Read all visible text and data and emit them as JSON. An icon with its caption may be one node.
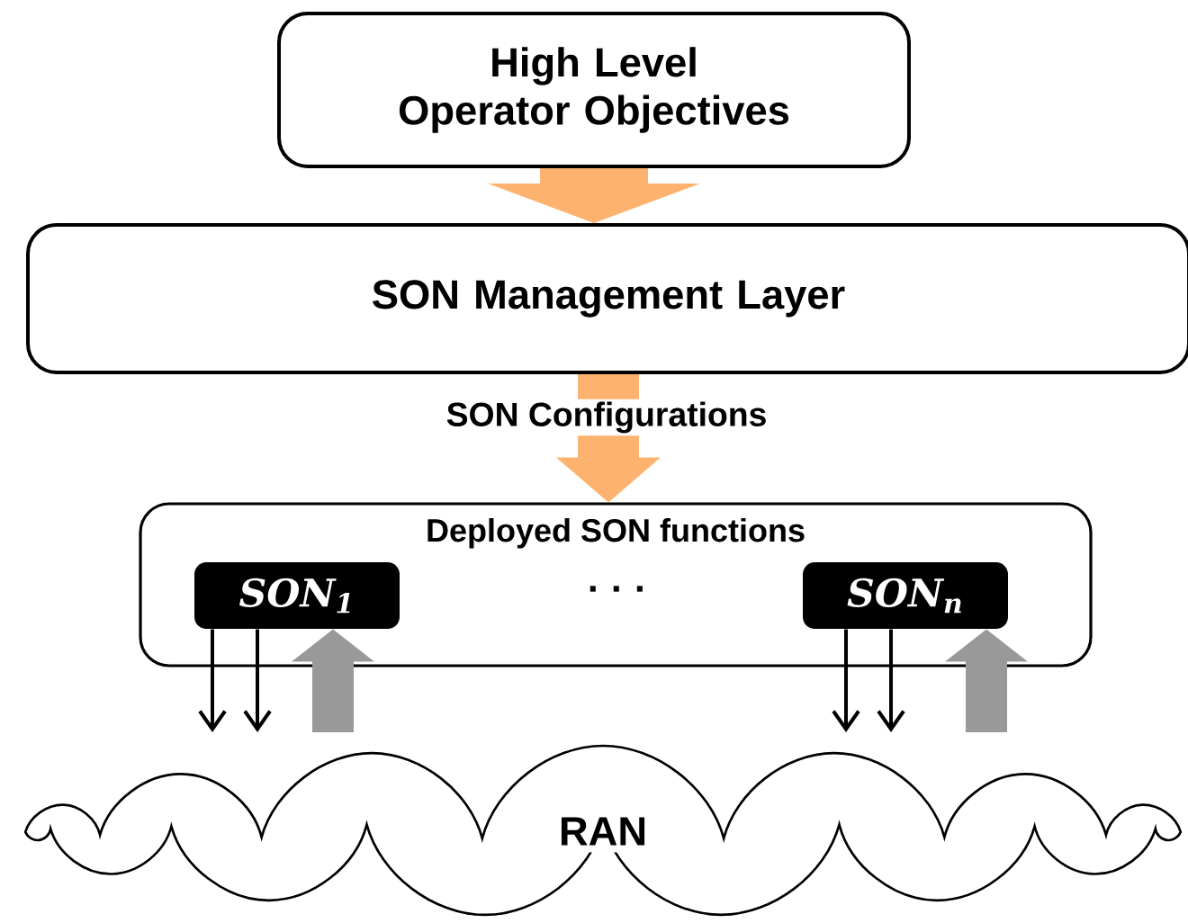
{
  "diagram": {
    "nodes": [
      {
        "text": [
          "High Level Operator Objectives"
        ]
      },
      {
        "text": [
          "SON Management Layer"
        ]
      },
      {
        "text": [
          "Deployed SON functions"
        ]
      },
      {
        "text": [
          "SON$_{1}$"
        ],
        "in": 2
      },
      {
        "text": [
          "SON$_{n}$"
        ],
        "in": 2
      },
      {
        "text": [
          "RAN"
        ]
      }
    ],
    "edges": [
      {
        "from": 0,
        "to": 1,
        "arrow": "to",
        "style": "thick",
        "color": "#fdb36f"
      },
      {
        "from": 1,
        "to": 2,
        "arrow": "to",
        "style": "thick",
        "color": "#fdb36f",
        "label": "SON Configurations"
      },
      {
        "from": 3,
        "to": 5,
        "arrow": "to"
      },
      {
        "from": 3,
        "to": 5,
        "arrow": "to"
      },
      {
        "from": 5,
        "to": 3,
        "arrow": "to",
        "style": "thick",
        "color": "#999999"
      },
      {
        "from": 4,
        "to": 5,
        "arrow": "to"
      },
      {
        "from": 4,
        "to": 5,
        "arrow": "to"
      },
      {
        "from": 5,
        "to": 4,
        "arrow": "to",
        "style": "thick",
        "color": "#999999"
      }
    ],
    "labels": [
      "· · ·"
    ]
  }
}
